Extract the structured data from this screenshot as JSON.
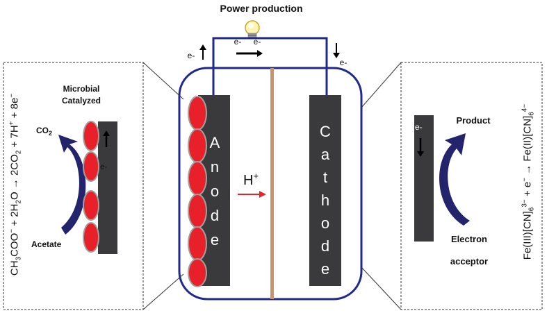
{
  "title": "Power production",
  "electron": "e-",
  "anode": {
    "letters": [
      "A",
      "n",
      "o",
      "d",
      "e"
    ]
  },
  "cathode": {
    "letters": [
      "C",
      "a",
      "t",
      "h",
      "o",
      "d",
      "e"
    ]
  },
  "proton": "H",
  "proton_charge": "+",
  "left_panel": {
    "label_line1": "Microbial",
    "label_line2": "Catalyzed",
    "co2": "CO",
    "co2_sub": "2",
    "acetate": "Acetate",
    "equation": "CH₃COO⁻ + 2H₂O → 2CO₂ + 7H⁺ + 8e⁻"
  },
  "right_panel": {
    "product": "Product",
    "acceptor_line1": "Electron",
    "acceptor_line2": "acceptor",
    "equation": "Fe(III)[CN]₆³⁻ + e⁻ → Fe(II)[CN]₆⁴⁻"
  },
  "colors": {
    "electrode": "#3a3a3c",
    "bacteria": "#e8202a",
    "bacteria_outline": "#a0a0a0",
    "membrane": "#c8956a",
    "chamber": "#1f2a8a",
    "wire": "#1f2a8a",
    "curved_arrow": "#23246b",
    "proton_arrow": "#e8202a"
  }
}
